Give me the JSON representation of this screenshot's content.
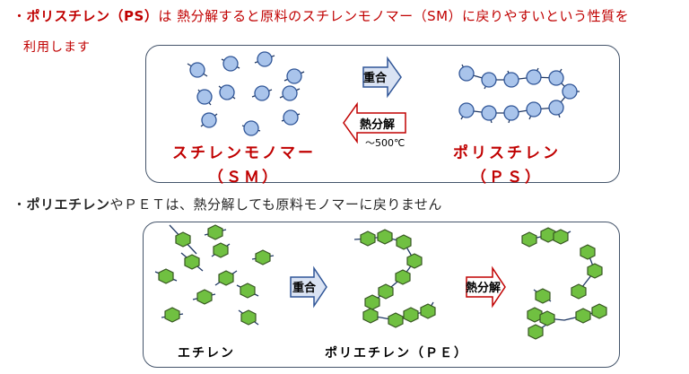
{
  "header": {
    "bullet": "・",
    "ps_term": "ポリスチレン（PS）",
    "ps_rest": "は 熱分解すると原料のスチレンモノマー（SM）に戻りやすいという性質を",
    "ps_rest2": "利用します"
  },
  "section2": {
    "bullet": "・",
    "lead": "ポリエチレン",
    "rest": "やＰＥＴは、熱分解しても原料モノマーに戻りません"
  },
  "panel1": {
    "arrow_polymerize": "重合",
    "arrow_pyrolysis": "熱分解",
    "temperature": "～500℃",
    "monomer_label_1": "スチレンモノマー",
    "monomer_label_2": "（ＳＭ）",
    "polymer_label_1": "ポリスチレン",
    "polymer_label_2": "（ＰＳ）"
  },
  "panel2": {
    "arrow_polymerize": "重合",
    "arrow_pyrolysis": "熱分解",
    "monomer_label": "エチレン",
    "polymer_label": "ポリエチレン（ＰＥ）"
  },
  "colors": {
    "circle_fill": "#a9c4eb",
    "circle_stroke": "#2f5597",
    "hexagon_fill": "#70c041",
    "hexagon_stroke": "#375623",
    "bond": "#203864",
    "emphasis_red": "#c00000",
    "arrow_blue_fill": "#dae3f3",
    "arrow_blue_stroke": "#2f5597",
    "arrow_red_fill": "#ffffff",
    "arrow_red_stroke": "#c00000"
  }
}
